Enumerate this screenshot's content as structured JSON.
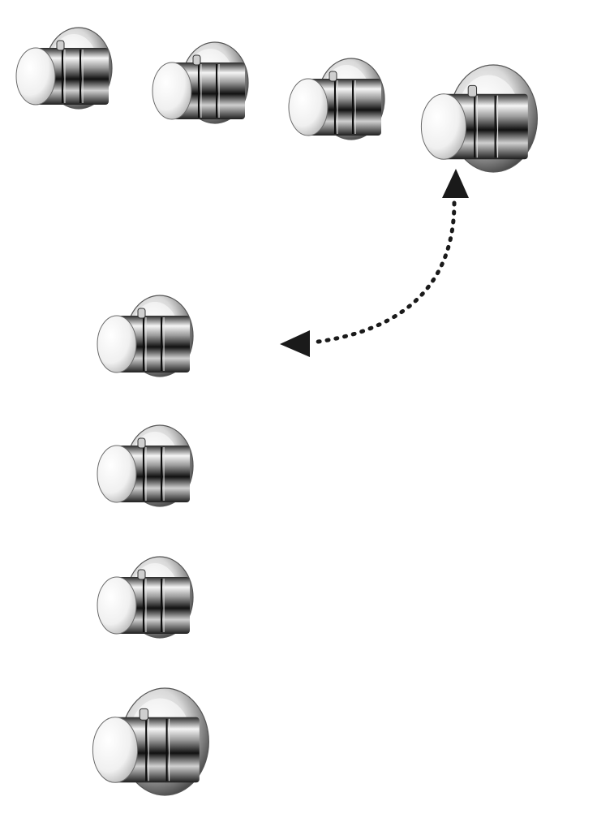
{
  "scene": {
    "background": "#ffffff",
    "chrome_dark": "#1a1a1a",
    "chrome_light": "#f4f4f4",
    "arrow_color": "#1a1a1a"
  },
  "top_row": {
    "items": [
      {
        "id": "valve-top-1",
        "size": "small"
      },
      {
        "id": "valve-top-2",
        "size": "small"
      },
      {
        "id": "valve-top-3",
        "size": "small"
      },
      {
        "id": "valve-top-4",
        "size": "large"
      }
    ]
  },
  "column": {
    "items": [
      {
        "id": "valve-col-1",
        "size": "small"
      },
      {
        "id": "valve-col-2",
        "size": "small"
      },
      {
        "id": "valve-col-3",
        "size": "small"
      },
      {
        "id": "valve-col-4",
        "size": "large"
      }
    ]
  },
  "arrow": {
    "style": "dotted",
    "heads": "both",
    "meaning": "horizontal-to-vertical-arrangement"
  }
}
